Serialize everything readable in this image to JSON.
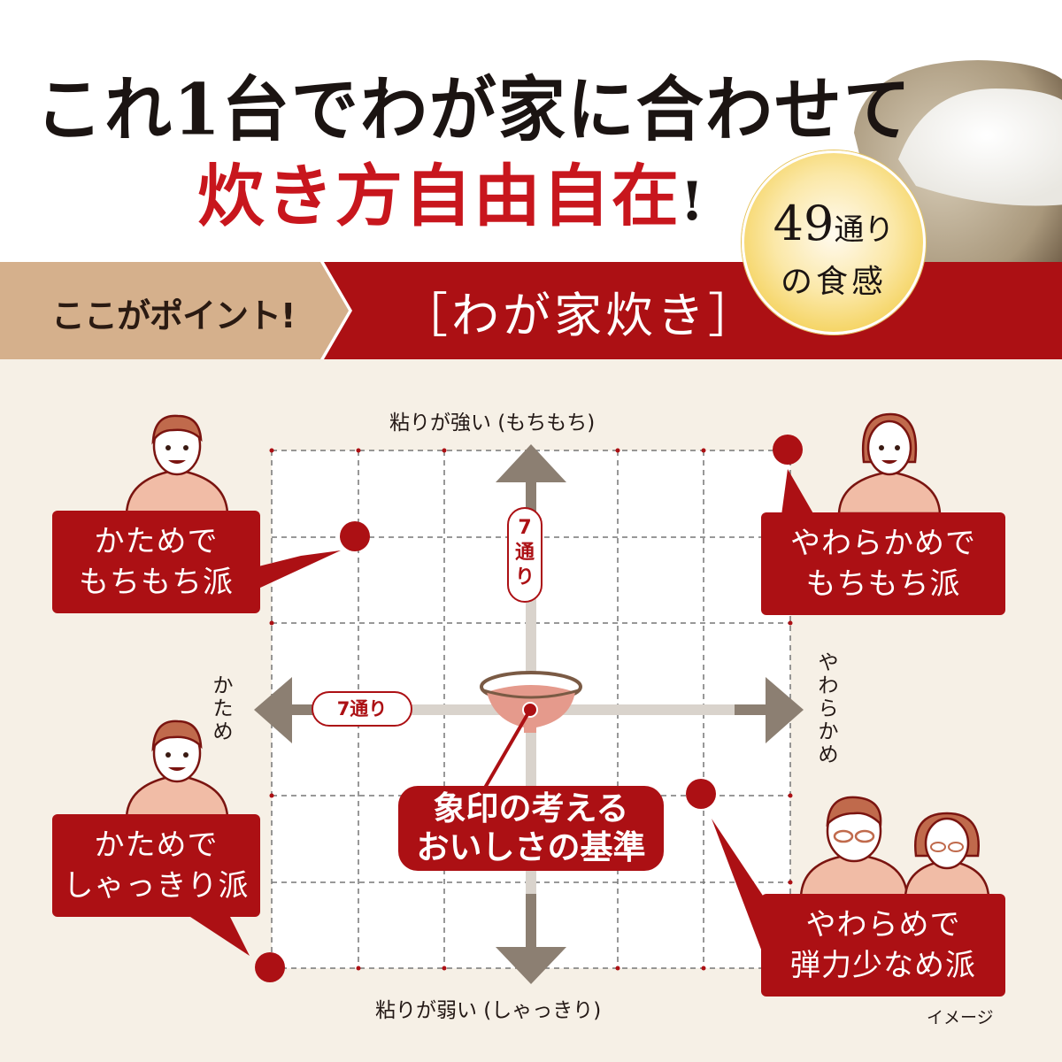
{
  "header": {
    "headline_line1": "これ1台でわが家に合わせて",
    "headline_line2": "炊き方自由自在",
    "headline_excl": "!",
    "badge": {
      "number": "49",
      "unit": "通り",
      "line2": "の食感"
    }
  },
  "band": {
    "point_label": "ここがポイント!",
    "feature_title": "［わが家炊き］"
  },
  "chart": {
    "axis_top": "粘りが強い (もちもち)",
    "axis_bottom": "粘りが弱い (しゃっきり)",
    "axis_left": [
      "か",
      "た",
      "め"
    ],
    "axis_right": [
      "や",
      "わ",
      "ら",
      "か",
      "め"
    ],
    "vertical_count": [
      "7",
      "通",
      "り"
    ],
    "horizontal_count": "7通り",
    "standard_label_line1": "象印の考える",
    "standard_label_line2": "おいしさの基準",
    "note": "イメージ"
  },
  "personas": [
    {
      "line1": "かためで",
      "line2": "もちもち派"
    },
    {
      "line1": "やわらかめで",
      "line2": "もちもち派"
    },
    {
      "line1": "かためで",
      "line2": "しゃっきり派"
    },
    {
      "line1": "やわらめで",
      "line2": "弾力少なめ派"
    }
  ],
  "colors": {
    "brand_red": "#ac1014",
    "tan": "#d5b08c",
    "cream_bg": "#f6f0e6",
    "arrow_gray": "#8c7f72",
    "gold": "#f0c42c"
  }
}
